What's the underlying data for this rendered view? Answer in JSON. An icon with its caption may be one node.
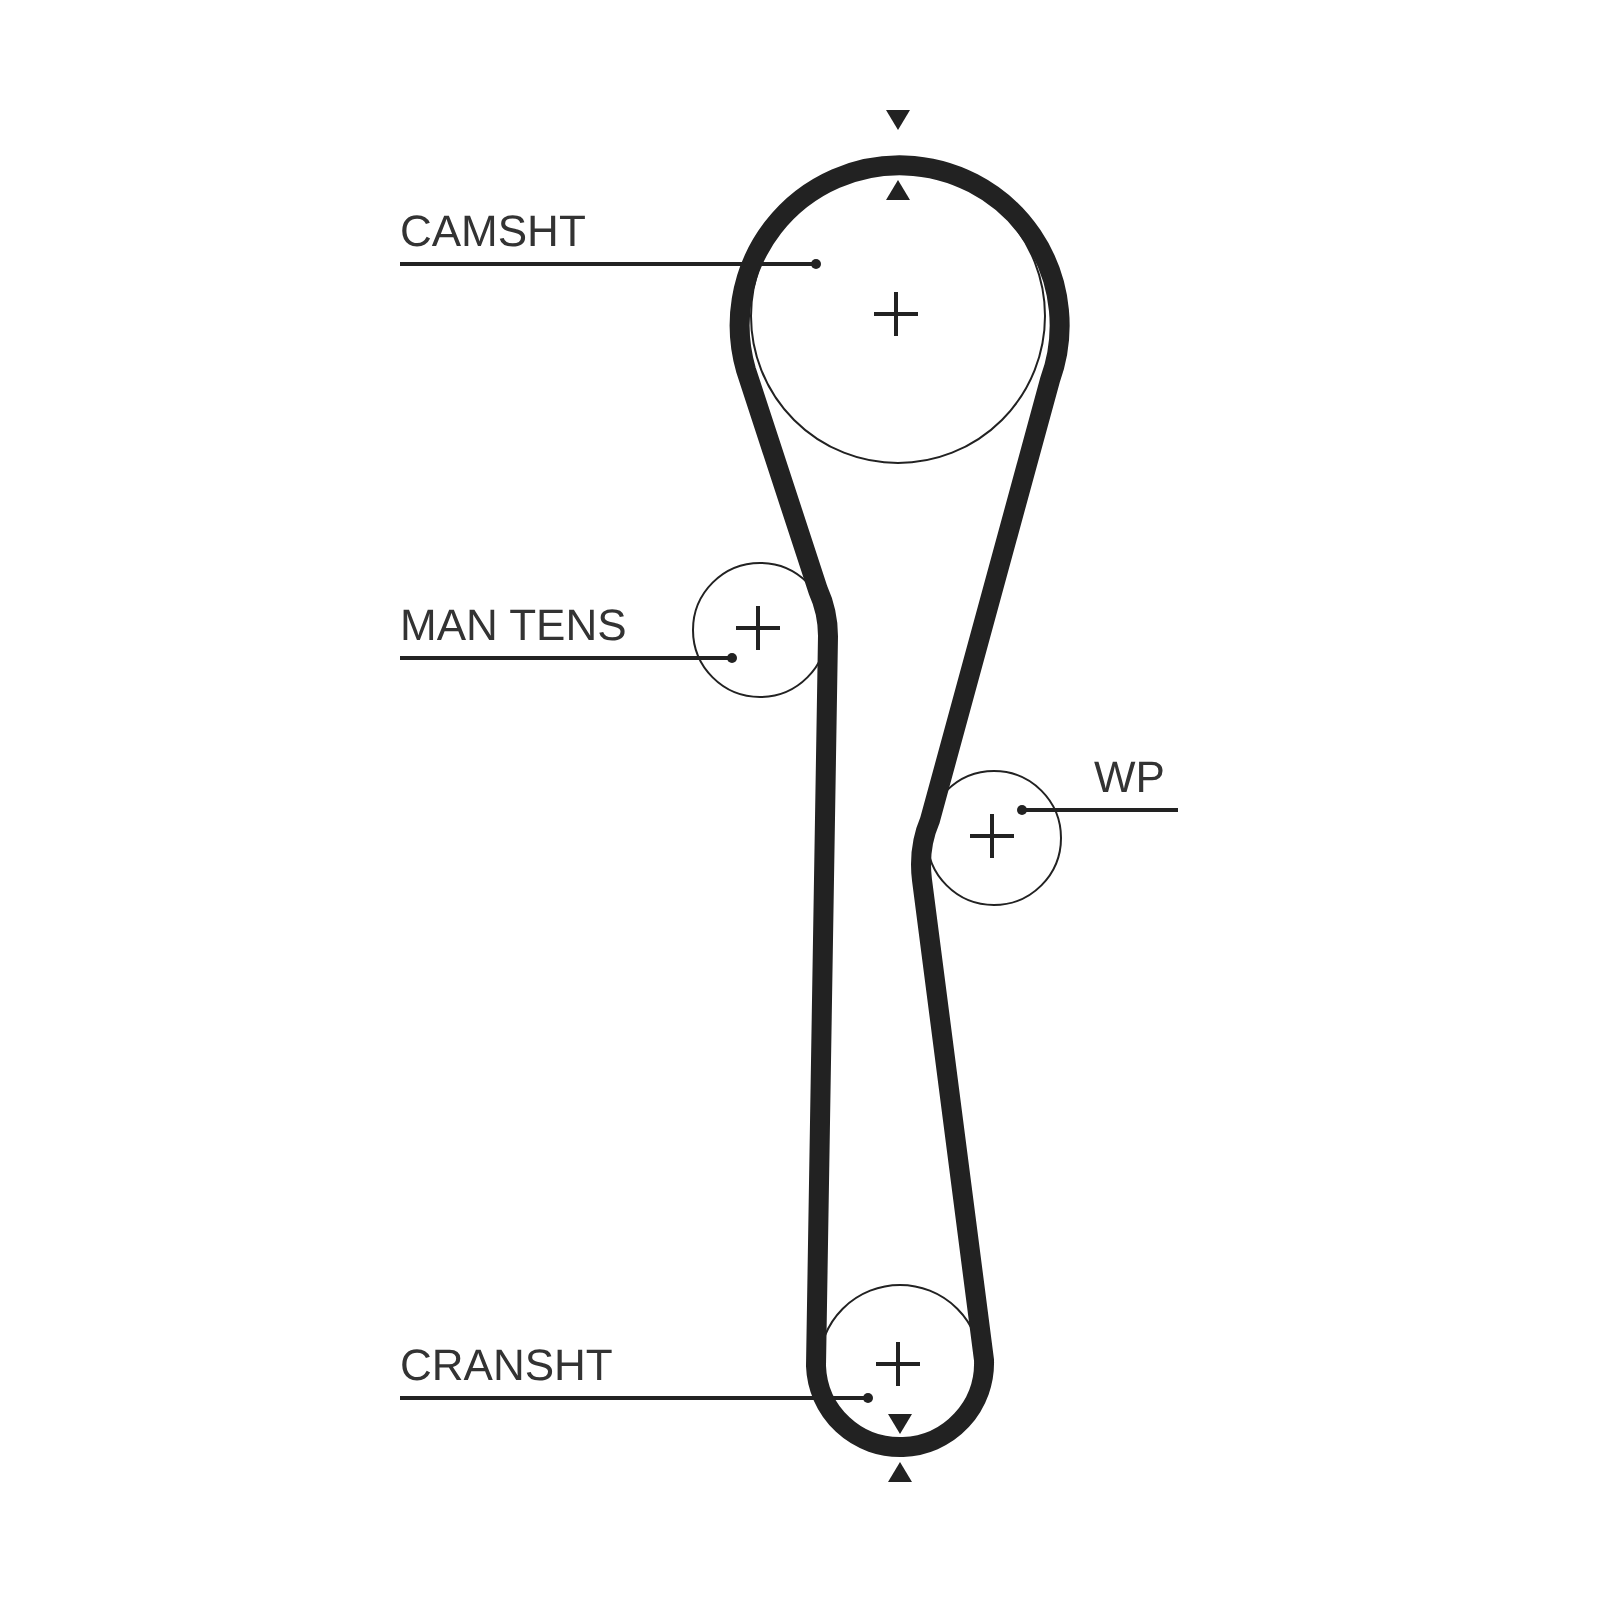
{
  "diagram": {
    "nodes": [
      {
        "text": [
          "CAMSHT"
        ]
      },
      {
        "text": [],
        "shape": "circle"
      },
      {
        "text": [
          "MAN TENS"
        ]
      },
      {
        "text": [],
        "shape": "circle"
      },
      {
        "text": [
          "WP"
        ]
      },
      {
        "text": [],
        "shape": "circle"
      },
      {
        "text": [
          "CRANSHT"
        ]
      },
      {
        "text": [],
        "shape": "circle"
      }
    ],
    "edges": [
      {
        "from": 0,
        "to": 1,
        "arrow": "other"
      },
      {
        "from": 2,
        "to": 3,
        "arrow": "other"
      },
      {
        "from": 4,
        "to": 5,
        "arrow": "other"
      },
      {
        "from": 6,
        "to": 7,
        "arrow": "other"
      }
    ]
  }
}
